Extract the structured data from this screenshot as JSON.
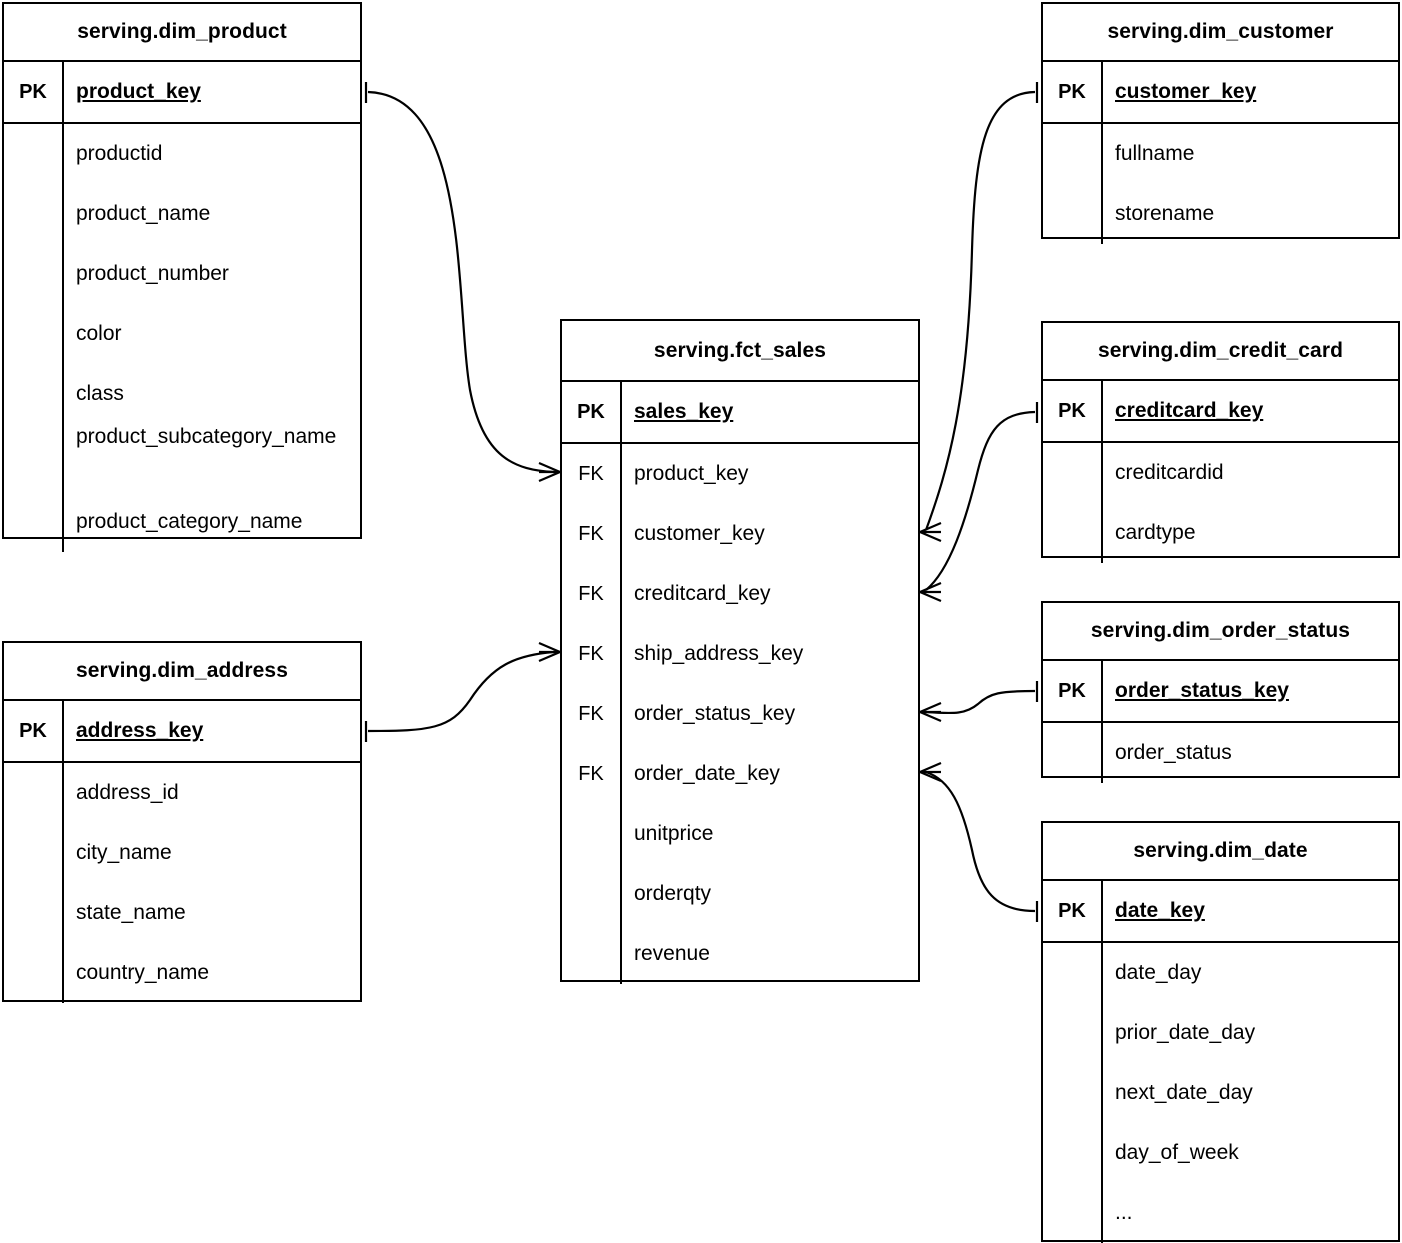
{
  "diagram": {
    "kind": "entity-relationship-diagram",
    "notation": "crows-foot",
    "background_color": "#ffffff",
    "line_color": "#000000",
    "key_labels": {
      "primary": "PK",
      "foreign": "FK"
    }
  },
  "entities": {
    "dim_product": {
      "title": "serving.dim_product",
      "pk": {
        "key": "PK",
        "name": "product_key"
      },
      "columns": [
        {
          "key": "",
          "name": "productid"
        },
        {
          "key": "",
          "name": "product_name"
        },
        {
          "key": "",
          "name": "product_number"
        },
        {
          "key": "",
          "name": "color"
        },
        {
          "key": "",
          "name": "class"
        },
        {
          "key": "",
          "name": "product_subcategory_name"
        },
        {
          "key": "",
          "name": "product_category_name"
        }
      ]
    },
    "dim_customer": {
      "title": "serving.dim_customer",
      "pk": {
        "key": "PK",
        "name": "customer_key"
      },
      "columns": [
        {
          "key": "",
          "name": "fullname"
        },
        {
          "key": "",
          "name": "storename"
        }
      ]
    },
    "fct_sales": {
      "title": "serving.fct_sales",
      "pk": {
        "key": "PK",
        "name": "sales_key"
      },
      "columns": [
        {
          "key": "FK",
          "name": "product_key"
        },
        {
          "key": "FK",
          "name": "customer_key"
        },
        {
          "key": "FK",
          "name": "creditcard_key"
        },
        {
          "key": "FK",
          "name": "ship_address_key"
        },
        {
          "key": "FK",
          "name": "order_status_key"
        },
        {
          "key": "FK",
          "name": "order_date_key"
        },
        {
          "key": "",
          "name": "unitprice"
        },
        {
          "key": "",
          "name": "orderqty"
        },
        {
          "key": "",
          "name": "revenue"
        }
      ]
    },
    "dim_credit_card": {
      "title": "serving.dim_credit_card",
      "pk": {
        "key": "PK",
        "name": "creditcard_key"
      },
      "columns": [
        {
          "key": "",
          "name": "creditcardid"
        },
        {
          "key": "",
          "name": "cardtype"
        }
      ]
    },
    "dim_address": {
      "title": "serving.dim_address",
      "pk": {
        "key": "PK",
        "name": "address_key"
      },
      "columns": [
        {
          "key": "",
          "name": "address_id"
        },
        {
          "key": "",
          "name": "city_name"
        },
        {
          "key": "",
          "name": "state_name"
        },
        {
          "key": "",
          "name": "country_name"
        }
      ]
    },
    "dim_order_status": {
      "title": "serving.dim_order_status",
      "pk": {
        "key": "PK",
        "name": "order_status_key"
      },
      "columns": [
        {
          "key": "",
          "name": "order_status"
        }
      ]
    },
    "dim_date": {
      "title": "serving.dim_date",
      "pk": {
        "key": "PK",
        "name": "date_key"
      },
      "columns": [
        {
          "key": "",
          "name": "date_day"
        },
        {
          "key": "",
          "name": "prior_date_day"
        },
        {
          "key": "",
          "name": "next_date_day"
        },
        {
          "key": "",
          "name": "day_of_week"
        },
        {
          "key": "",
          "name": "..."
        }
      ]
    }
  },
  "relationships": [
    {
      "name": "product-to-sales",
      "from_entity": "dim_product",
      "from_column": "product_key",
      "to_entity": "fct_sales",
      "to_column": "product_key",
      "from_cardinality": "one",
      "to_cardinality": "many"
    },
    {
      "name": "customer-to-sales",
      "from_entity": "dim_customer",
      "from_column": "customer_key",
      "to_entity": "fct_sales",
      "to_column": "customer_key",
      "from_cardinality": "one",
      "to_cardinality": "many"
    },
    {
      "name": "creditcard-to-sales",
      "from_entity": "dim_credit_card",
      "from_column": "creditcard_key",
      "to_entity": "fct_sales",
      "to_column": "creditcard_key",
      "from_cardinality": "one",
      "to_cardinality": "many"
    },
    {
      "name": "address-to-sales",
      "from_entity": "dim_address",
      "from_column": "address_key",
      "to_entity": "fct_sales",
      "to_column": "ship_address_key",
      "from_cardinality": "one",
      "to_cardinality": "many"
    },
    {
      "name": "order-status-to-sales",
      "from_entity": "dim_order_status",
      "from_column": "order_status_key",
      "to_entity": "fct_sales",
      "to_column": "order_status_key",
      "from_cardinality": "one",
      "to_cardinality": "many"
    },
    {
      "name": "date-to-sales",
      "from_entity": "dim_date",
      "from_column": "date_key",
      "to_entity": "fct_sales",
      "to_column": "order_date_key",
      "from_cardinality": "one",
      "to_cardinality": "many"
    }
  ]
}
